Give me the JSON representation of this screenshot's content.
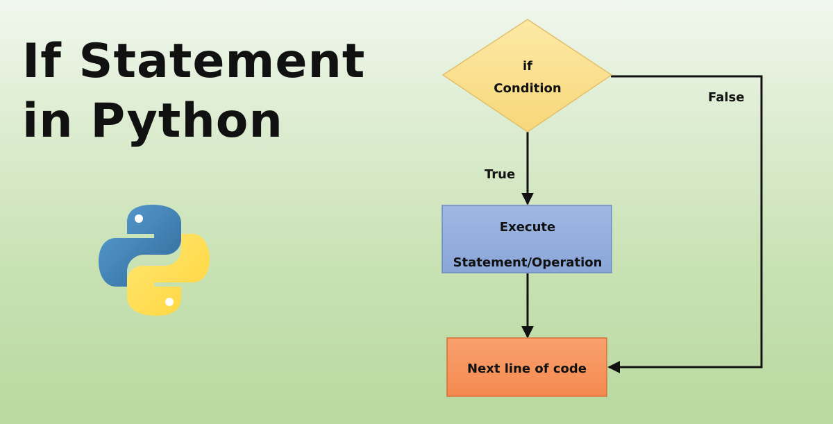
{
  "title": {
    "line1": "If Statement",
    "line2": "in Python"
  },
  "logo": {
    "icon": "python-logo-icon",
    "colors": {
      "blue": "#3a77b0",
      "yellow": "#f5cd3e"
    }
  },
  "flowchart": {
    "decision": {
      "line1": "if",
      "line2": "Condition",
      "color": "#fde28f"
    },
    "process": {
      "line1": "Execute",
      "line2": "Statement/Operation",
      "color": "#8eaadb"
    },
    "next": {
      "label": "Next line of code",
      "color": "#f7925a"
    },
    "edges": {
      "true_label": "True",
      "false_label": "False"
    }
  }
}
